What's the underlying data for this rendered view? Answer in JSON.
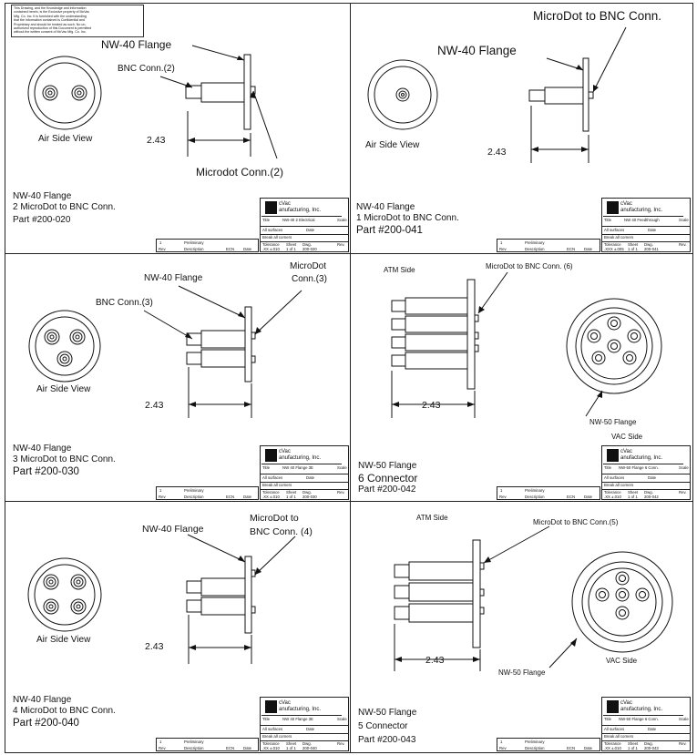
{
  "notice_lines": [
    "This Drawing, and the Knowledge and information",
    "contained herein, is the Exclusive property of McVac",
    "Mfg. Co. Inc. It is furnished with the understanding",
    "that the information contained is Confidential and",
    "Proprietary and should be treated as such. No un-",
    "authorized reproduction of this Document is permitted",
    "without the written consent of McVac Mfg. Co. Inc."
  ],
  "logo_line1": "cVac",
  "logo_line2": "anufacturing, Inc.",
  "tb_labels": {
    "title": "Title",
    "date": "Date",
    "scale": "Scale",
    "surfaces": "All surfaces",
    "corners": "Break all corners",
    "tolerance": "Tolerance",
    "tol1": ".XX ±.010",
    "tol2": ".XXX ±.005",
    "sheet": "Sheet",
    "sheet_val": "1 of 1",
    "dwg": "Dwg.",
    "rev": "Rev."
  },
  "rev_block": {
    "num": "1",
    "status": "Preliminary",
    "rev": "Rev",
    "description": "Description",
    "ecn": "ECN",
    "date": "Date"
  },
  "panels": [
    {
      "callouts": {
        "flange": "NW-40 Flange",
        "bnc": "BNC Conn.(2)",
        "micro": "Microdot Conn.(2)"
      },
      "view": "Air Side View",
      "dim": "2.43",
      "caption": [
        "NW-40 Flange",
        "2 MicroDot to BNC Conn.",
        "Part #200-020"
      ],
      "tb_title": "NW-40 2 Electrical",
      "tb_dwg": "200-020"
    },
    {
      "callouts": {
        "micro": "MicroDot to BNC Conn.",
        "flange": "NW-40 Flange"
      },
      "view": "Air Side View",
      "dim": "2.43",
      "caption": [
        "NW-40 Flange",
        "1 MicroDot to BNC Conn.",
        "Part #200-041"
      ],
      "tb_title": "NW 40 Feedthrough",
      "tb_dwg": "200-041"
    },
    {
      "callouts": {
        "flange": "NW-40 Flange",
        "micro1": "MicroDot",
        "micro2": "Conn.(3)",
        "bnc": "BNC Conn.(3)"
      },
      "view": "Air Side View",
      "dim": "2.43",
      "caption": [
        "NW-40 Flange",
        "3 MicroDot to BNC Conn.",
        "Part #200-030"
      ],
      "tb_title": "NW 40 Flange 3E",
      "tb_dwg": "200-030"
    },
    {
      "callouts": {
        "atm": "ATM Side",
        "micro": "MicroDot to BNC Conn. (6)",
        "nw50": "NW-50 Flange",
        "vac": "VAC Side"
      },
      "dim": "2.43",
      "caption": [
        "NW-50 Flange",
        "6 Connector",
        "Part #200-042"
      ],
      "tb_title": "NW-50 Flange 6 Conn.",
      "tb_dwg": "200-042"
    },
    {
      "callouts": {
        "flange": "NW-40 Flange",
        "micro1": "MicroDot to",
        "micro2": "BNC Conn. (4)"
      },
      "view": "Air Side View",
      "dim": "2.43",
      "caption": [
        "NW-40 Flange",
        "4 MicroDot to BNC Conn.",
        "Part #200-040"
      ],
      "tb_title": "NW 40 Flange 3E",
      "tb_dwg": "200-040"
    },
    {
      "callouts": {
        "atm": "ATM Side",
        "micro": "MicroDot to BNC Conn.(5)",
        "nw50": "NW-50 Flange",
        "vac": "VAC Side"
      },
      "dim": "2.43",
      "caption": [
        "NW-50 Flange",
        "5 Connector",
        "Part #200-043"
      ],
      "tb_title": "NW-50 Flange 6 Conn.",
      "tb_dwg": "200-043"
    }
  ]
}
